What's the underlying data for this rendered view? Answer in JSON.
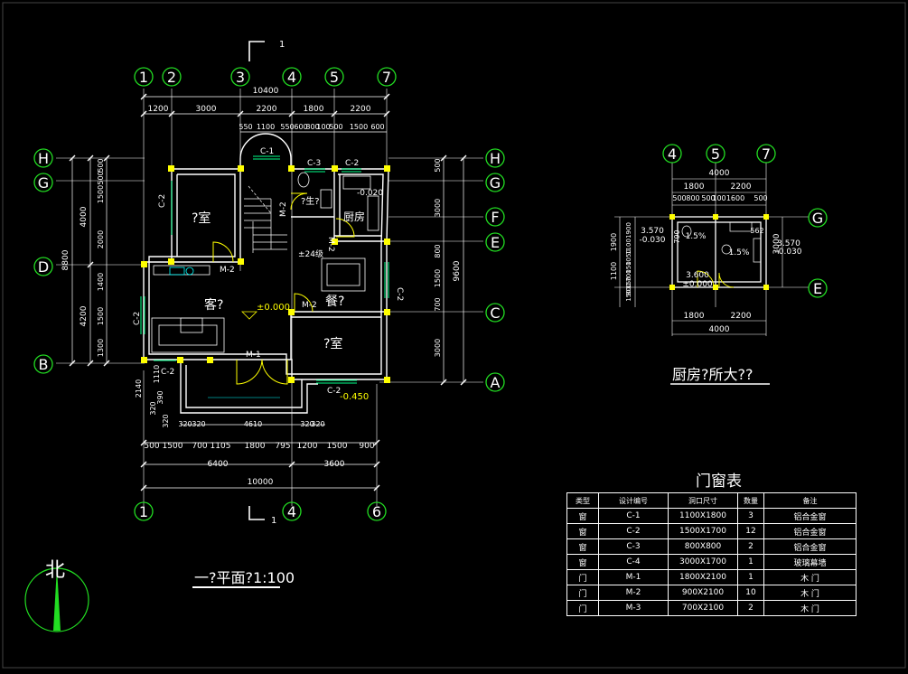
{
  "colors": {
    "background": "#000000",
    "wall": "#ffffff",
    "dimension": "#ffffff",
    "grid_bubble": "#22dd22",
    "column": "#ffff00",
    "door": "#ffff00",
    "accent_cyan": "#00ffff",
    "text": "#ffffff"
  },
  "top_grid": [
    "1",
    "2",
    "3",
    "4",
    "5",
    "7"
  ],
  "bottom_grid": [
    "1",
    "4",
    "6"
  ],
  "left_grid": [
    "H",
    "G",
    "D",
    "B"
  ],
  "right_grid": [
    "H",
    "G",
    "F",
    "E",
    "C",
    "A"
  ],
  "section_mark": "1",
  "dims_top": {
    "total": "10400",
    "row1": [
      "1200",
      "3000",
      "2200",
      "1800",
      "2200"
    ],
    "row2": [
      "550",
      "1100",
      "550",
      "600",
      "800",
      "100",
      "500",
      "1500",
      "600"
    ]
  },
  "dims_left": {
    "total": "8800",
    "outer": [
      "4000",
      "4200"
    ],
    "inner": [
      "500",
      "1500",
      "500",
      "2000",
      "1400",
      "1500",
      "1300"
    ]
  },
  "dims_right": {
    "total": "9600",
    "inner": [
      "500",
      "3000",
      "800",
      "1500",
      "700",
      "3000"
    ]
  },
  "dims_bottom": {
    "row0": [
      "320",
      "320",
      "4610",
      "320",
      "320"
    ],
    "row1": [
      "500",
      "1500",
      "700",
      "1105",
      "1800",
      "795",
      "1200",
      "1500",
      "900"
    ],
    "row2": [
      "6400",
      "3600"
    ],
    "total": "10000"
  },
  "side_dims": [
    "2140",
    "1110",
    "320",
    "390",
    "320"
  ],
  "labels": {
    "room_bed1": "?室",
    "room_bed2": "?室",
    "living": "客?",
    "dining": "餐?",
    "kitchen": "厨房",
    "wc": "?生?",
    "stair": "±24级",
    "floor_level": "±0.000",
    "level_kitchen": "-0.020",
    "level_out": "-0.450"
  },
  "codes": {
    "c1": "C-1",
    "c2": "C-2",
    "c3": "C-3",
    "m1": "M-1",
    "m2": "M-2"
  },
  "plan_title": "一?平面?1:100",
  "north": "北",
  "detail": {
    "title": "厨房?所大??",
    "grid_top": [
      "4",
      "5",
      "7"
    ],
    "grid_right": [
      "G",
      "E"
    ],
    "top_total": "4000",
    "top_row1": [
      "1800",
      "2200"
    ],
    "top_row2": [
      "500",
      "800",
      "500",
      "100",
      "1600",
      "500"
    ],
    "bottom_row": [
      "1800",
      "2200"
    ],
    "bottom_total": "4000",
    "left_dims": [
      "1900",
      "1100",
      "1050",
      "150",
      "700",
      "150",
      "800",
      "150"
    ],
    "right_dim": "3000",
    "levels": [
      "3.570",
      "-0.030",
      "3.570",
      "-0.030",
      "3.600",
      "±0.000"
    ],
    "slopes": [
      "1.5%",
      "1.5%"
    ],
    "small": [
      "790",
      "562"
    ]
  },
  "table": {
    "title": "门窗表",
    "headers": [
      "类型",
      "设计编号",
      "洞口尺寸",
      "数量",
      "备注"
    ],
    "rows": [
      [
        "窗",
        "C-1",
        "1100X1800",
        "3",
        "铝合金窗"
      ],
      [
        "窗",
        "C-2",
        "1500X1700",
        "12",
        "铝合金窗"
      ],
      [
        "窗",
        "C-3",
        "800X800",
        "2",
        "铝合金窗"
      ],
      [
        "窗",
        "C-4",
        "3000X1700",
        "1",
        "玻璃幕墙"
      ],
      [
        "门",
        "M-1",
        "1800X2100",
        "1",
        "木 门"
      ],
      [
        "门",
        "M-2",
        "900X2100",
        "10",
        "木 门"
      ],
      [
        "门",
        "M-3",
        "700X2100",
        "2",
        "木 门"
      ]
    ]
  }
}
